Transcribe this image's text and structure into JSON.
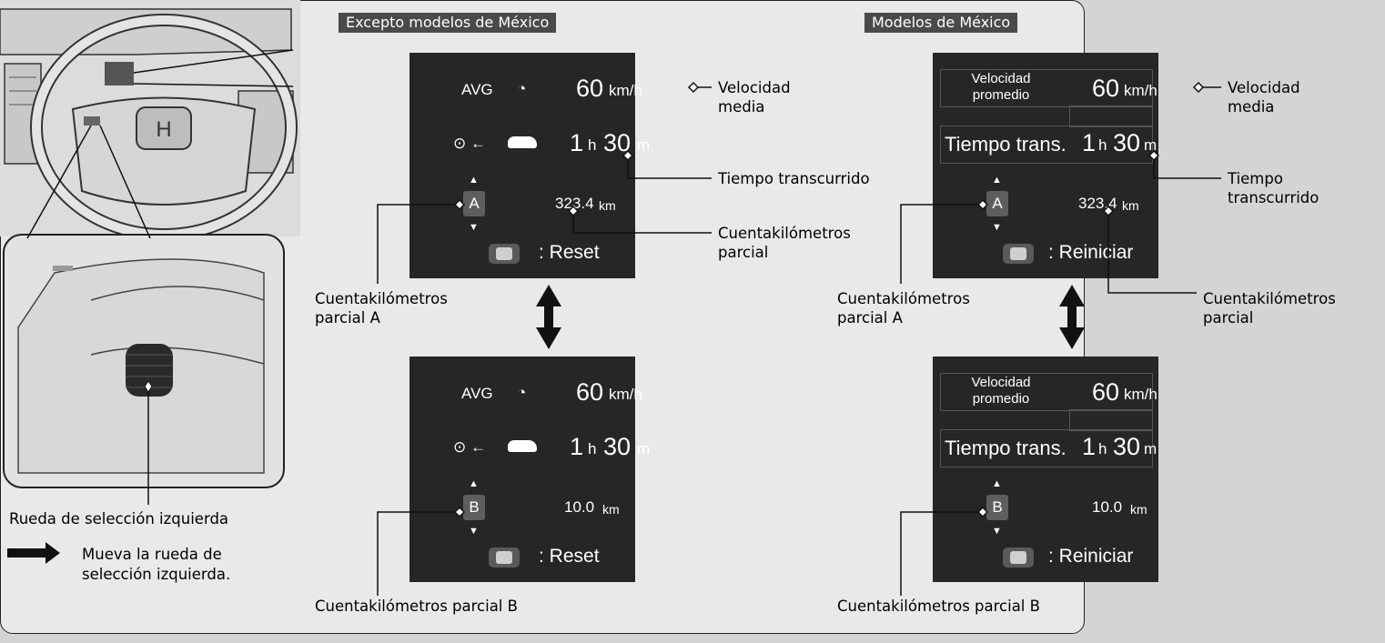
{
  "sections": {
    "left_title": "Excepto modelos de México",
    "right_title": "Modelos de México"
  },
  "screens": {
    "left_a": {
      "avg": "AVG",
      "speed_value": "60",
      "speed_unit": "km/h",
      "hours": "1",
      "h": "h",
      "minutes": "30",
      "m": "m",
      "trip_badge": "A",
      "trip_value": "323.4",
      "trip_unit": "km",
      "reset_text": ":  Reset"
    },
    "left_b": {
      "avg": "AVG",
      "speed_value": "60",
      "speed_unit": "km/h",
      "hours": "1",
      "h": "h",
      "minutes": "30",
      "m": "m",
      "trip_badge": "B",
      "trip_value": "10.0",
      "trip_unit": "km",
      "reset_text": ":  Reset"
    },
    "right_a": {
      "avg_label": "Velocidad promedio",
      "speed_value": "60",
      "speed_unit": "km/h",
      "time_label": "Tiempo trans.",
      "hours": "1",
      "h": "h",
      "minutes": "30",
      "m": "m",
      "trip_badge": "A",
      "trip_value": "323.4",
      "trip_unit": "km",
      "reset_text": ":  Reiniciar"
    },
    "right_b": {
      "avg_label": "Velocidad promedio",
      "speed_value": "60",
      "speed_unit": "km/h",
      "time_label": "Tiempo trans.",
      "hours": "1",
      "h": "h",
      "minutes": "30",
      "m": "m",
      "trip_badge": "B",
      "trip_value": "10.0",
      "trip_unit": "km",
      "reset_text": ":  Reiniciar"
    }
  },
  "labels": {
    "velocidad_media_l": "Velocidad\nmedia",
    "tiempo_transcurrido_l": "Tiempo transcurrido",
    "cuentakm_parcial_l": "Cuentakilómetros\nparcial",
    "cuentakm_a_l": "Cuentakilómetros\nparcial A",
    "cuentakm_b_l": "Cuentakilómetros parcial B",
    "velocidad_media_r": "Velocidad\nmedia",
    "tiempo_transcurrido_r": "Tiempo\ntranscurrido",
    "cuentakm_parcial_r": "Cuentakilómetros\nparcial",
    "cuentakm_a_r": "Cuentakilómetros\nparcial A",
    "cuentakm_b_r": "Cuentakilómetros parcial B"
  },
  "left_figure": {
    "wheel_caption": "Rueda de selección izquierda",
    "legend_text": "Mueva la rueda de\nselección izquierda."
  }
}
